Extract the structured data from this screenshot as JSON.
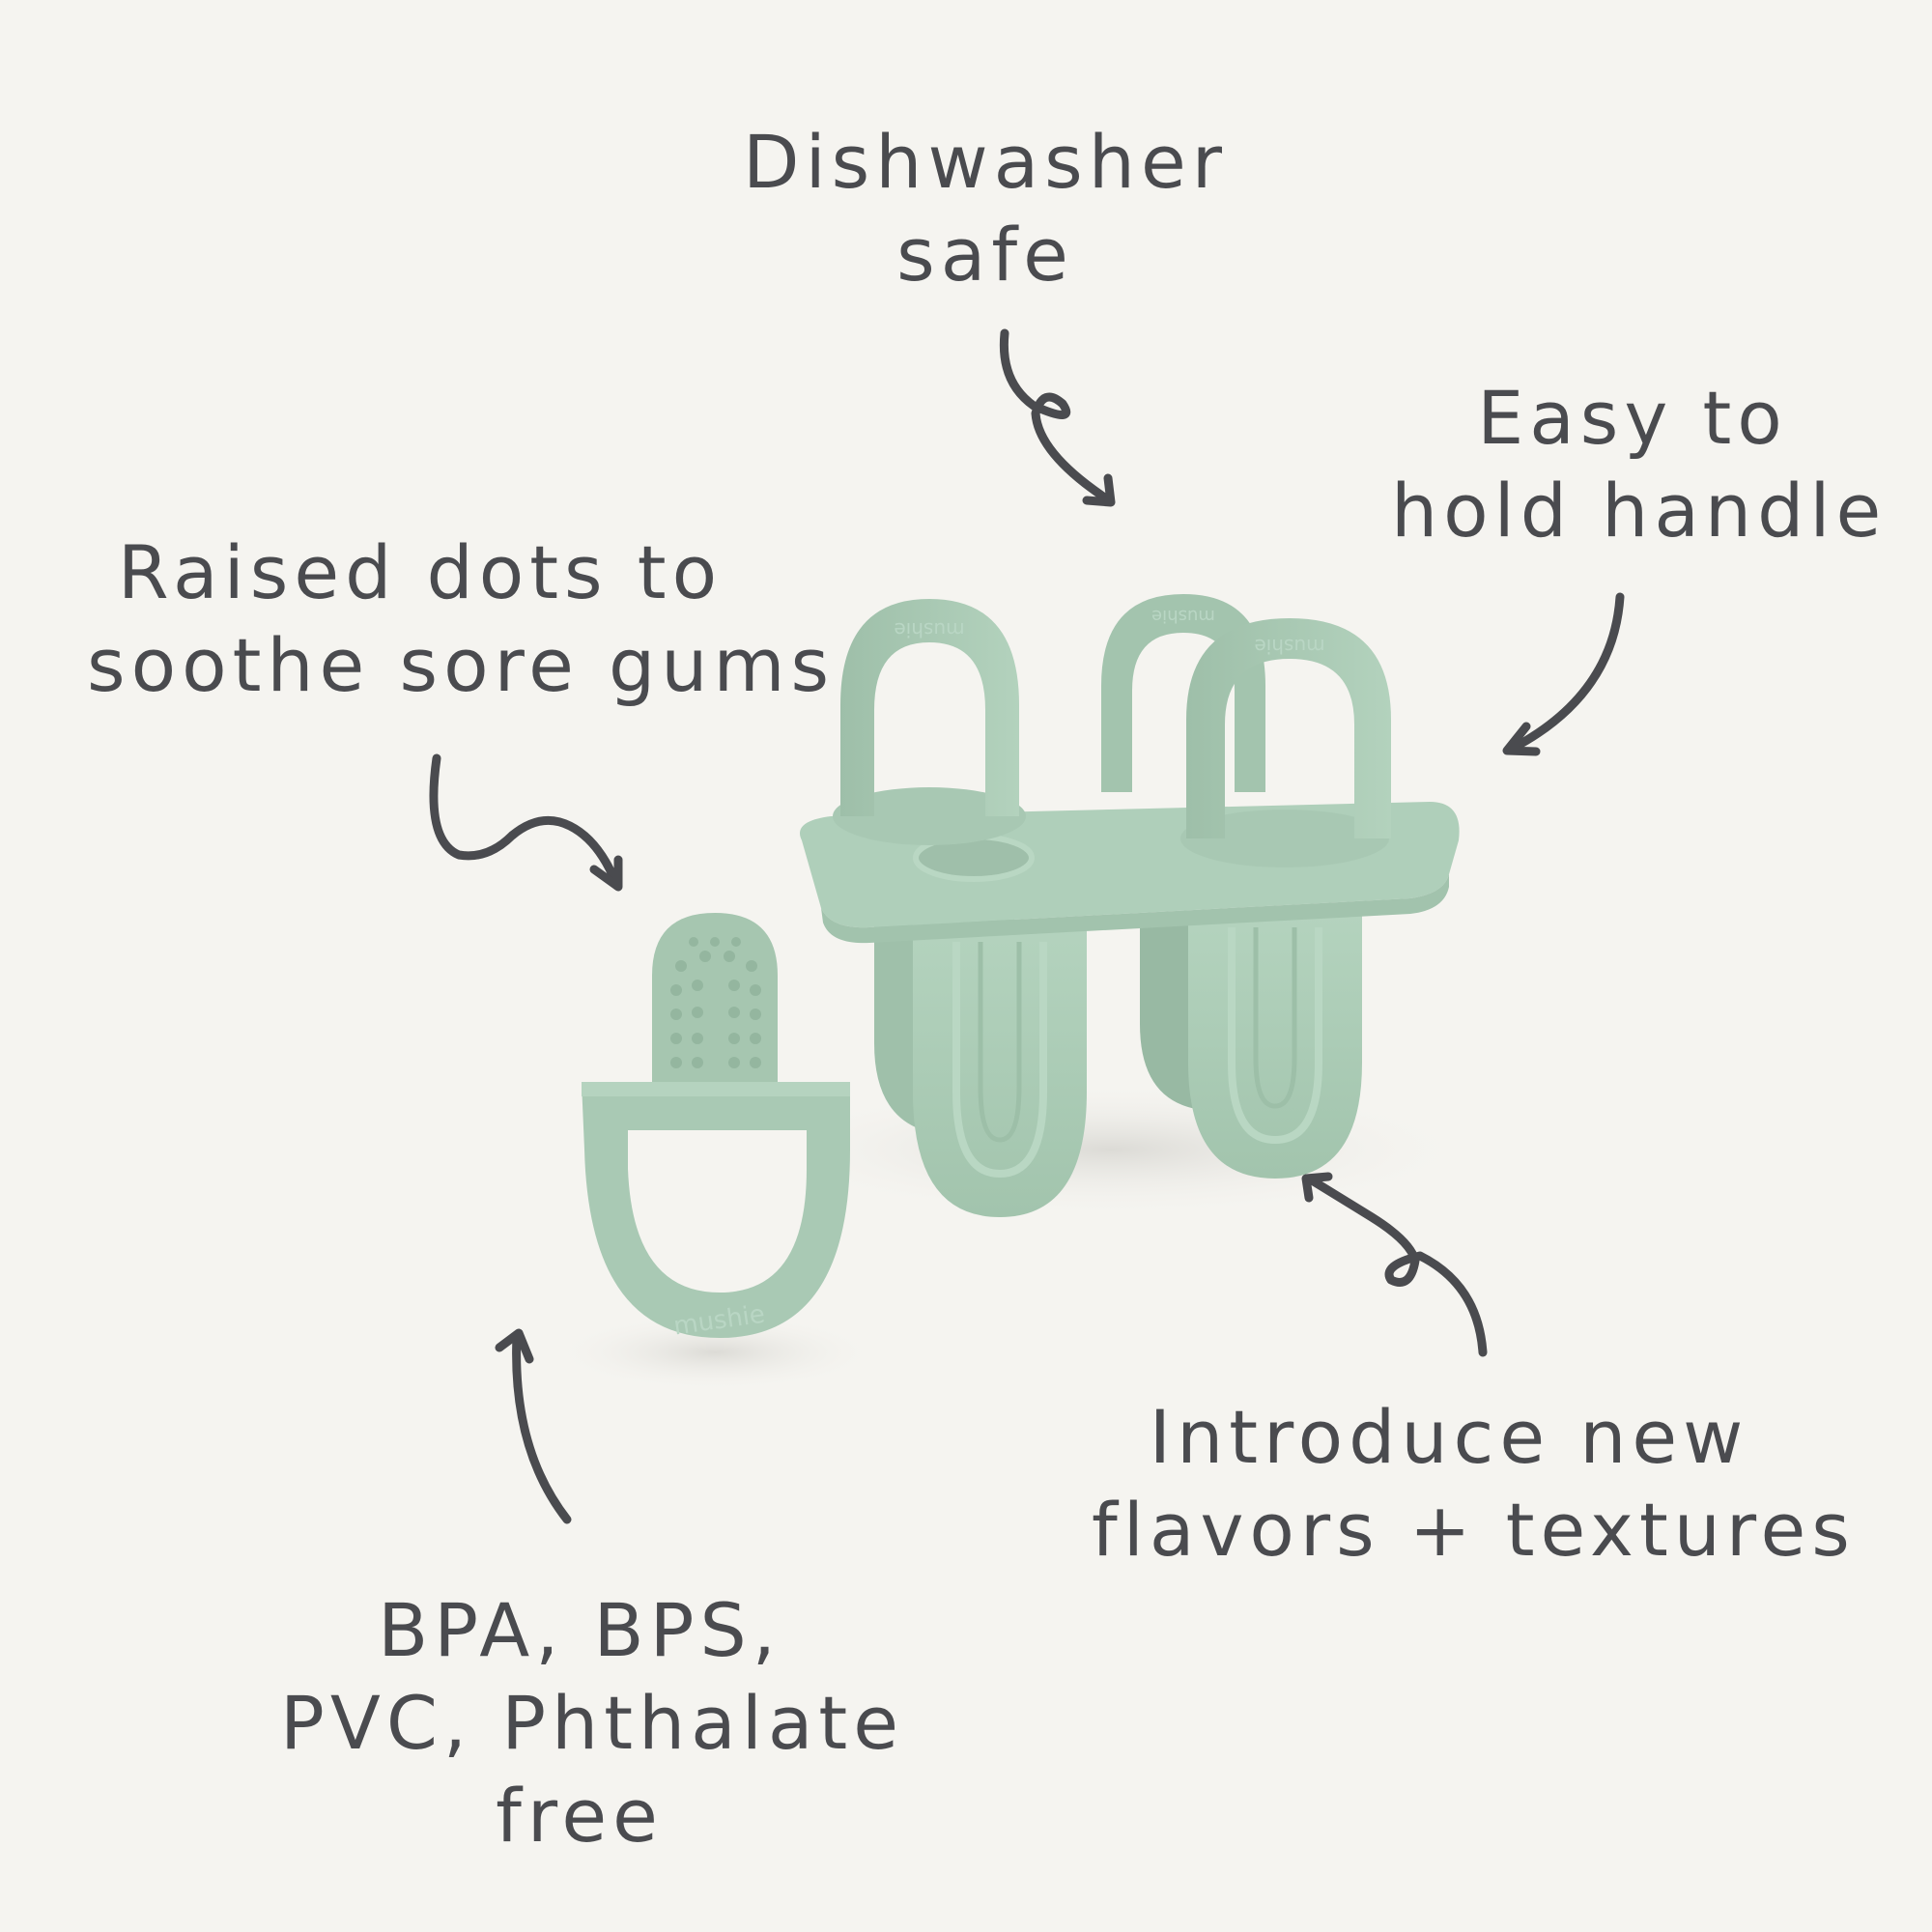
{
  "background_color": "#f5f4f0",
  "text_color": "#4a4b4f",
  "product_color": "#a8c9b3",
  "callouts": {
    "dishwasher": {
      "lines": [
        "Dishwasher",
        "safe"
      ]
    },
    "handle": {
      "lines": [
        "Easy to",
        "hold handle"
      ]
    },
    "dots": {
      "lines": [
        "Raised dots to",
        "soothe sore gums"
      ]
    },
    "flavors": {
      "lines": [
        "Introduce new",
        "flavors + textures"
      ]
    },
    "bpa": {
      "lines": [
        "BPA, BPS,",
        "PVC, Phthalate",
        "free"
      ]
    }
  },
  "products": {
    "mold_tray": {
      "brand_label": "mushie",
      "handle_count": 3
    },
    "teether": {
      "brand_label": "mushie"
    }
  }
}
